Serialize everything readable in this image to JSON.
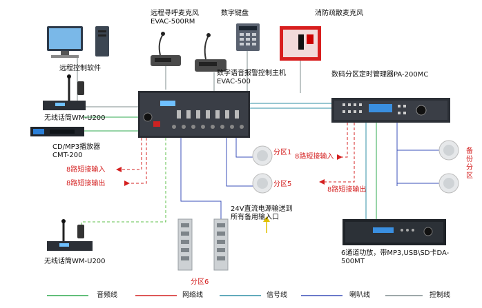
{
  "labels": {
    "remote_mic_line1": "远程寻呼麦克风",
    "remote_mic_line2": "EVAC-500RM",
    "digital_keyboard": "数字键盘",
    "fire_mic": "消防疏散麦克风",
    "remote_software": "远程控制软件",
    "main_host_line1": "数字语音报警控制主机",
    "main_host_line2": "EVAC-500",
    "zone_manager": "数码分区定时管理器PA-200MC",
    "wm_u200": "无线话筒WM-U200",
    "cd_player_line1": "CD/MP3播放器",
    "cd_player_line2": "CMT-200",
    "short_in": "8路短接输入",
    "short_out": "8路短接输出",
    "zone1": "分区1",
    "zone5": "分区5",
    "zone6": "分区6",
    "backup_zone": "备份分区",
    "power_line1": "24V直流电源输送到",
    "power_line2": "所有备用输入口",
    "amplifier_line1": "6通道功放，带MP3,USB\\SD卡DA-",
    "amplifier_line2": "500MT"
  },
  "legend": [
    {
      "label": "音频线",
      "color": "#2fa84f"
    },
    {
      "label": "网络线",
      "color": "#d42020"
    },
    {
      "label": "信号线",
      "color": "#2f8fa6"
    },
    {
      "label": "喇叭线",
      "color": "#3a4fb8"
    },
    {
      "label": "控制线",
      "color": "#7f8c8d"
    }
  ]
}
